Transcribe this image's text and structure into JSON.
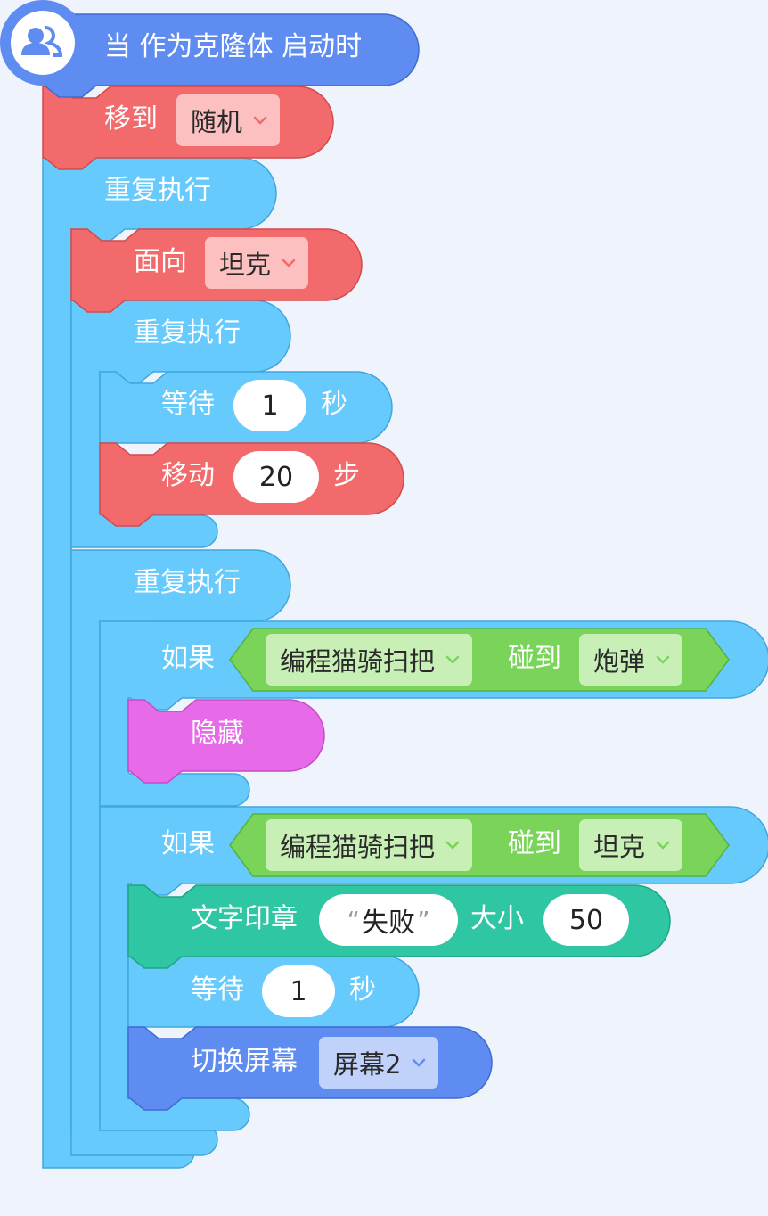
{
  "colors": {
    "background": "#eff3fb",
    "control": "#66cafd",
    "motion": "#f26a6b",
    "event": "#5e8cf0",
    "looks": "#e76be8",
    "sensing": "#7ad45a",
    "pen": "#2ec6a3"
  },
  "icons": {
    "hat": "users-icon",
    "dropdown": "chevron-down-icon"
  },
  "blocks": {
    "hat": {
      "label": "当 作为克隆体 启动时"
    },
    "goto": {
      "label": "移到",
      "target": "随机"
    },
    "repeat1": {
      "label": "重复执行"
    },
    "face": {
      "label": "面向",
      "target": "坦克"
    },
    "repeat2": {
      "label": "重复执行"
    },
    "wait1": {
      "label": "等待",
      "value": "1",
      "unit": "秒"
    },
    "move": {
      "label": "移动",
      "value": "20",
      "unit": "步"
    },
    "repeat3": {
      "label": "重复执行"
    },
    "if1": {
      "label": "如果",
      "sprite": "编程猫骑扫把",
      "touch_label": "碰到",
      "target": "炮弹"
    },
    "hide": {
      "label": "隐藏"
    },
    "if2": {
      "label": "如果",
      "sprite": "编程猫骑扫把",
      "touch_label": "碰到",
      "target": "坦克"
    },
    "stamp": {
      "label": "文字印章",
      "open_quote": "“",
      "text": "失败",
      "close_quote": "”",
      "size_label": "大小",
      "size": "50"
    },
    "wait2": {
      "label": "等待",
      "value": "1",
      "unit": "秒"
    },
    "screen": {
      "label": "切换屏幕",
      "target": "屏幕2"
    }
  }
}
